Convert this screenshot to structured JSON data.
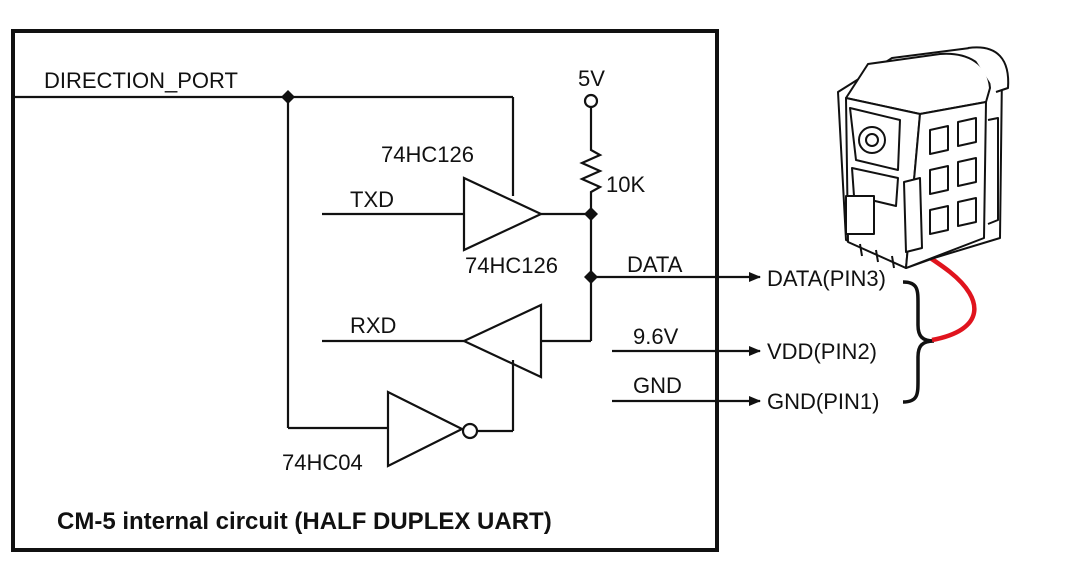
{
  "diagram": {
    "box_title": "CM-5 internal circuit (HALF DUPLEX UART)",
    "labels": {
      "direction_port": "DIRECTION_PORT",
      "supply_5v": "5V",
      "resistor": "10K",
      "buffer_upper_top": "74HC126",
      "buffer_upper_bottom": "74HC126",
      "txd": "TXD",
      "rxd": "RXD",
      "data": "DATA",
      "inverter": "74HC04",
      "vdd": "9.6V",
      "gnd": "GND"
    },
    "pins": {
      "data_pin": "DATA(PIN3)",
      "vdd_pin": "VDD(PIN2)",
      "gnd_pin": "GND(PIN1)"
    },
    "colors": {
      "wire": "#111111",
      "connection_arrow": "#e0141e",
      "servo_body": "#ffffff"
    },
    "icons": {
      "servo": "servo-motor-icon"
    }
  }
}
